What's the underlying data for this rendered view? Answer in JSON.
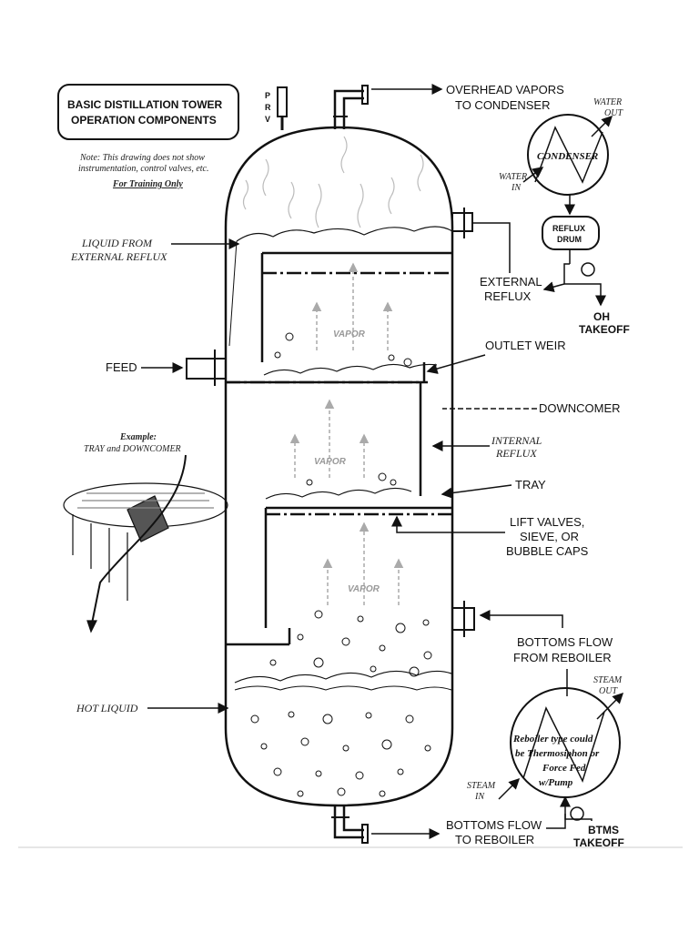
{
  "title": {
    "line1": "BASIC DISTILLATION TOWER",
    "line2": "OPERATION COMPONENTS"
  },
  "note": {
    "line1": "Note: This drawing does not show",
    "line2": "instrumentation, control valves, etc.",
    "training": "For Training Only"
  },
  "prv": {
    "p": "P",
    "r": "R",
    "v": "V"
  },
  "labels": {
    "overhead_1": "OVERHEAD VAPORS",
    "overhead_2": "TO CONDENSER",
    "water_out_1": "WATER",
    "water_out_2": "OUT",
    "condenser": "CONDENSER",
    "water_in_1": "WATER",
    "water_in_2": "IN",
    "reflux_drum_1": "REFLUX",
    "reflux_drum_2": "DRUM",
    "external_reflux_1": "EXTERNAL",
    "external_reflux_2": "REFLUX",
    "oh_1": "OH",
    "oh_2": "TAKEOFF",
    "liquid_from_1": "LIQUID FROM",
    "liquid_from_2": "EXTERNAL REFLUX",
    "outlet_weir": "OUTLET WEIR",
    "feed": "FEED",
    "downcomer": "DOWNCOMER",
    "internal_reflux_1": "INTERNAL",
    "internal_reflux_2": "REFLUX",
    "example_1": "Example:",
    "example_2": "TRAY and DOWNCOMER",
    "tray": "TRAY",
    "lift_1": "LIFT VALVES,",
    "lift_2": "SIEVE, OR",
    "lift_3": "BUBBLE CAPS",
    "bottoms_from_1": "BOTTOMS FLOW",
    "bottoms_from_2": "FROM REBOILER",
    "steam_out_1": "STEAM",
    "steam_out_2": "OUT",
    "hot_liquid": "HOT LIQUID",
    "reboiler_1": "Reboiler type could",
    "reboiler_2": "be Thermosiphon or",
    "reboiler_3": "Force Fed",
    "reboiler_4": "w/Pump",
    "steam_in_1": "STEAM",
    "steam_in_2": "IN",
    "bottoms_to_1": "BOTTOMS FLOW",
    "bottoms_to_2": "TO REBOILER",
    "btms_1": "BTMS",
    "btms_2": "TAKEOFF",
    "vapor": "VAPOR"
  }
}
